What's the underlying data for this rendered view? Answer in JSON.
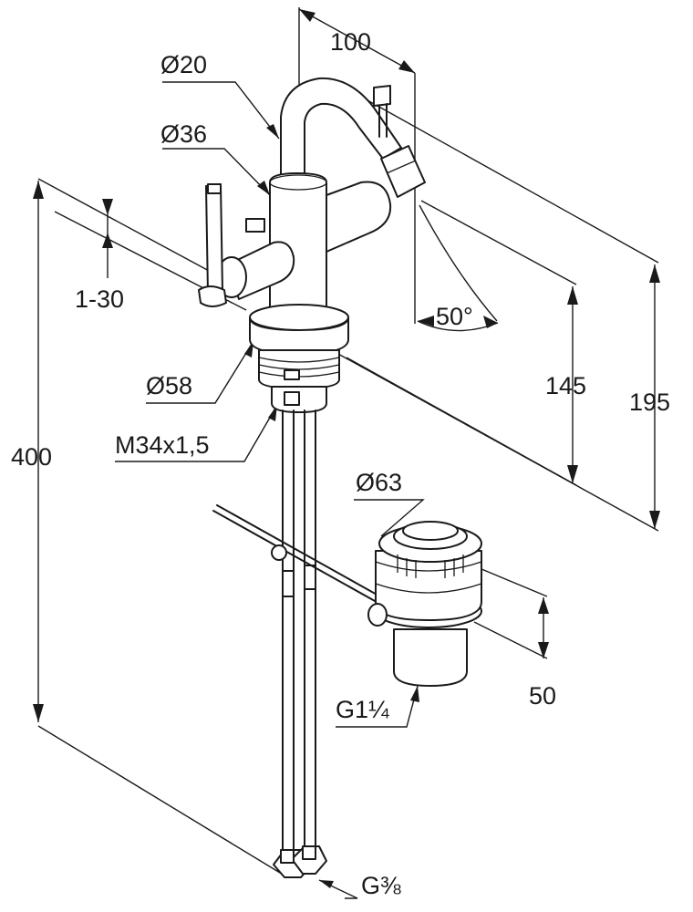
{
  "labels": {
    "d20": "Ø20",
    "d36": "Ø36",
    "d58": "Ø58",
    "thread": "M34x1,5",
    "range": "1-30",
    "angle": "50°",
    "d63": "Ø63",
    "g114": "G1¼",
    "g38": "G⅜"
  },
  "dimensions": {
    "spout_reach": "100",
    "total_height": "400",
    "height_145": "145",
    "height_195": "195",
    "waste_height": "50"
  }
}
